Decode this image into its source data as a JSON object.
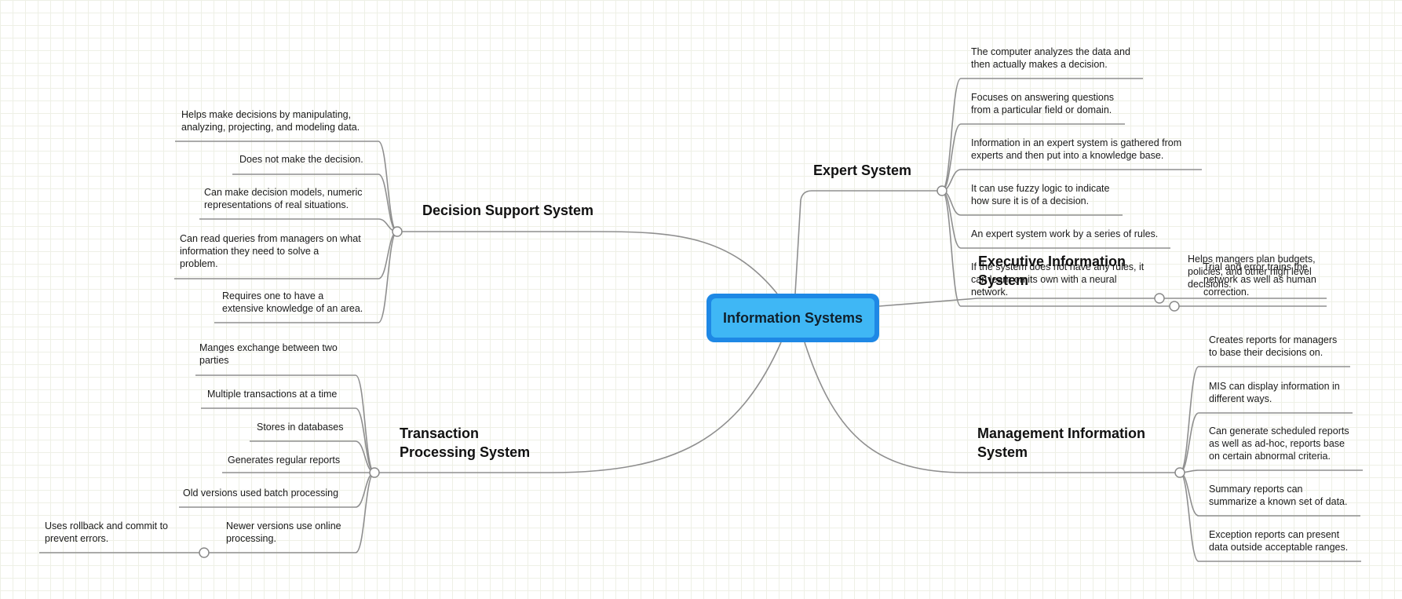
{
  "central": "Information Systems",
  "branches": {
    "dss": {
      "title": "Decision Support System",
      "leaves": [
        "Helps make decisions by manipulating,\nanalyzing, projecting, and modeling data.",
        "Does not make the decision.",
        "Can make decision models, numeric\nrepresentations of real situations.",
        "Can read queries from managers on what\ninformation they need to solve a\nproblem.",
        "Requires one to have a\nextensive knowledge of an area."
      ]
    },
    "tps": {
      "title": "Transaction\nProcessing System",
      "leaves": [
        "Manges exchange between two\nparties",
        "Multiple transactions at a time",
        "Stores in databases",
        "Generates regular reports",
        "Old versions used batch processing",
        "Newer versions use online\nprocessing."
      ],
      "sub_leaf": "Uses rollback and commit to\nprevent errors."
    },
    "es": {
      "title": "Expert System",
      "leaves": [
        "The computer analyzes the data and\nthen actually makes a decision.",
        "Focuses on answering questions\nfrom a particular field or domain.",
        "Information in an expert system is gathered from\nexperts and then put into a knowledge base.",
        "It can use fuzzy logic to indicate\nhow sure it is of a decision.",
        "An expert system work by a series of rules.",
        "If the system does not have any rules, it\ncan learn on its own with a neural\nnetwork."
      ],
      "sub_leaf": "Trial and error trains the\nnetwork as well as human\ncorrection."
    },
    "eis": {
      "title": "Executive Information\nSystem",
      "leaves": [
        "Helps mangers plan budgets,\npolicies, and other high level\ndecisions."
      ]
    },
    "mis": {
      "title": "Management Information\nSystem",
      "leaves": [
        "Creates reports for managers\nto base their decisions on.",
        "MIS can display information in\ndifferent ways.",
        "Can generate scheduled reports\nas well as ad-hoc, reports base\non certain abnormal criteria.",
        "Summary reports can\nsummarize a known set of data.",
        "Exception reports can present\ndata outside acceptable ranges."
      ]
    }
  }
}
